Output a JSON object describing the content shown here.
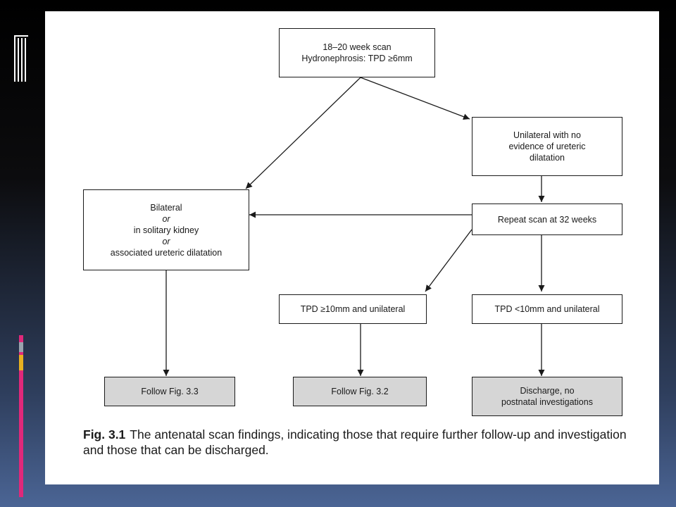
{
  "nodes": {
    "scan_18_20": {
      "lines": [
        "18–20 week scan",
        "Hydronephrosis: TPD ≥6mm"
      ]
    },
    "unilateral_no_ureteric": {
      "lines": [
        "Unilateral with no",
        "evidence of ureteric",
        "dilatation"
      ]
    },
    "bilateral": {
      "lines": [
        "Bilateral",
        "or",
        "in solitary kidney",
        "or",
        "associated ureteric dilatation"
      ]
    },
    "repeat_scan": {
      "lines": [
        "Repeat scan at 32 weeks"
      ]
    },
    "tpd_ge10": {
      "lines": [
        "TPD ≥10mm and unilateral"
      ]
    },
    "tpd_lt10": {
      "lines": [
        "TPD <10mm and unilateral"
      ]
    },
    "follow_3_3": {
      "lines": [
        "Follow Fig. 3.3"
      ]
    },
    "follow_3_2": {
      "lines": [
        "Follow Fig. 3.2"
      ]
    },
    "discharge": {
      "lines": [
        "Discharge, no",
        "postnatal investigations"
      ]
    }
  },
  "caption": {
    "label": "Fig. 3.1",
    "text": "The antenatal scan findings, indicating those that require further follow-up and investigation and those that can be discharged."
  },
  "colors": {
    "border": "#1a1a1a",
    "shaded_fill": "#d6d6d6",
    "deco_pink": "#e0287a",
    "deco_gray": "#9aa3ad",
    "deco_gold": "#e8b020"
  }
}
